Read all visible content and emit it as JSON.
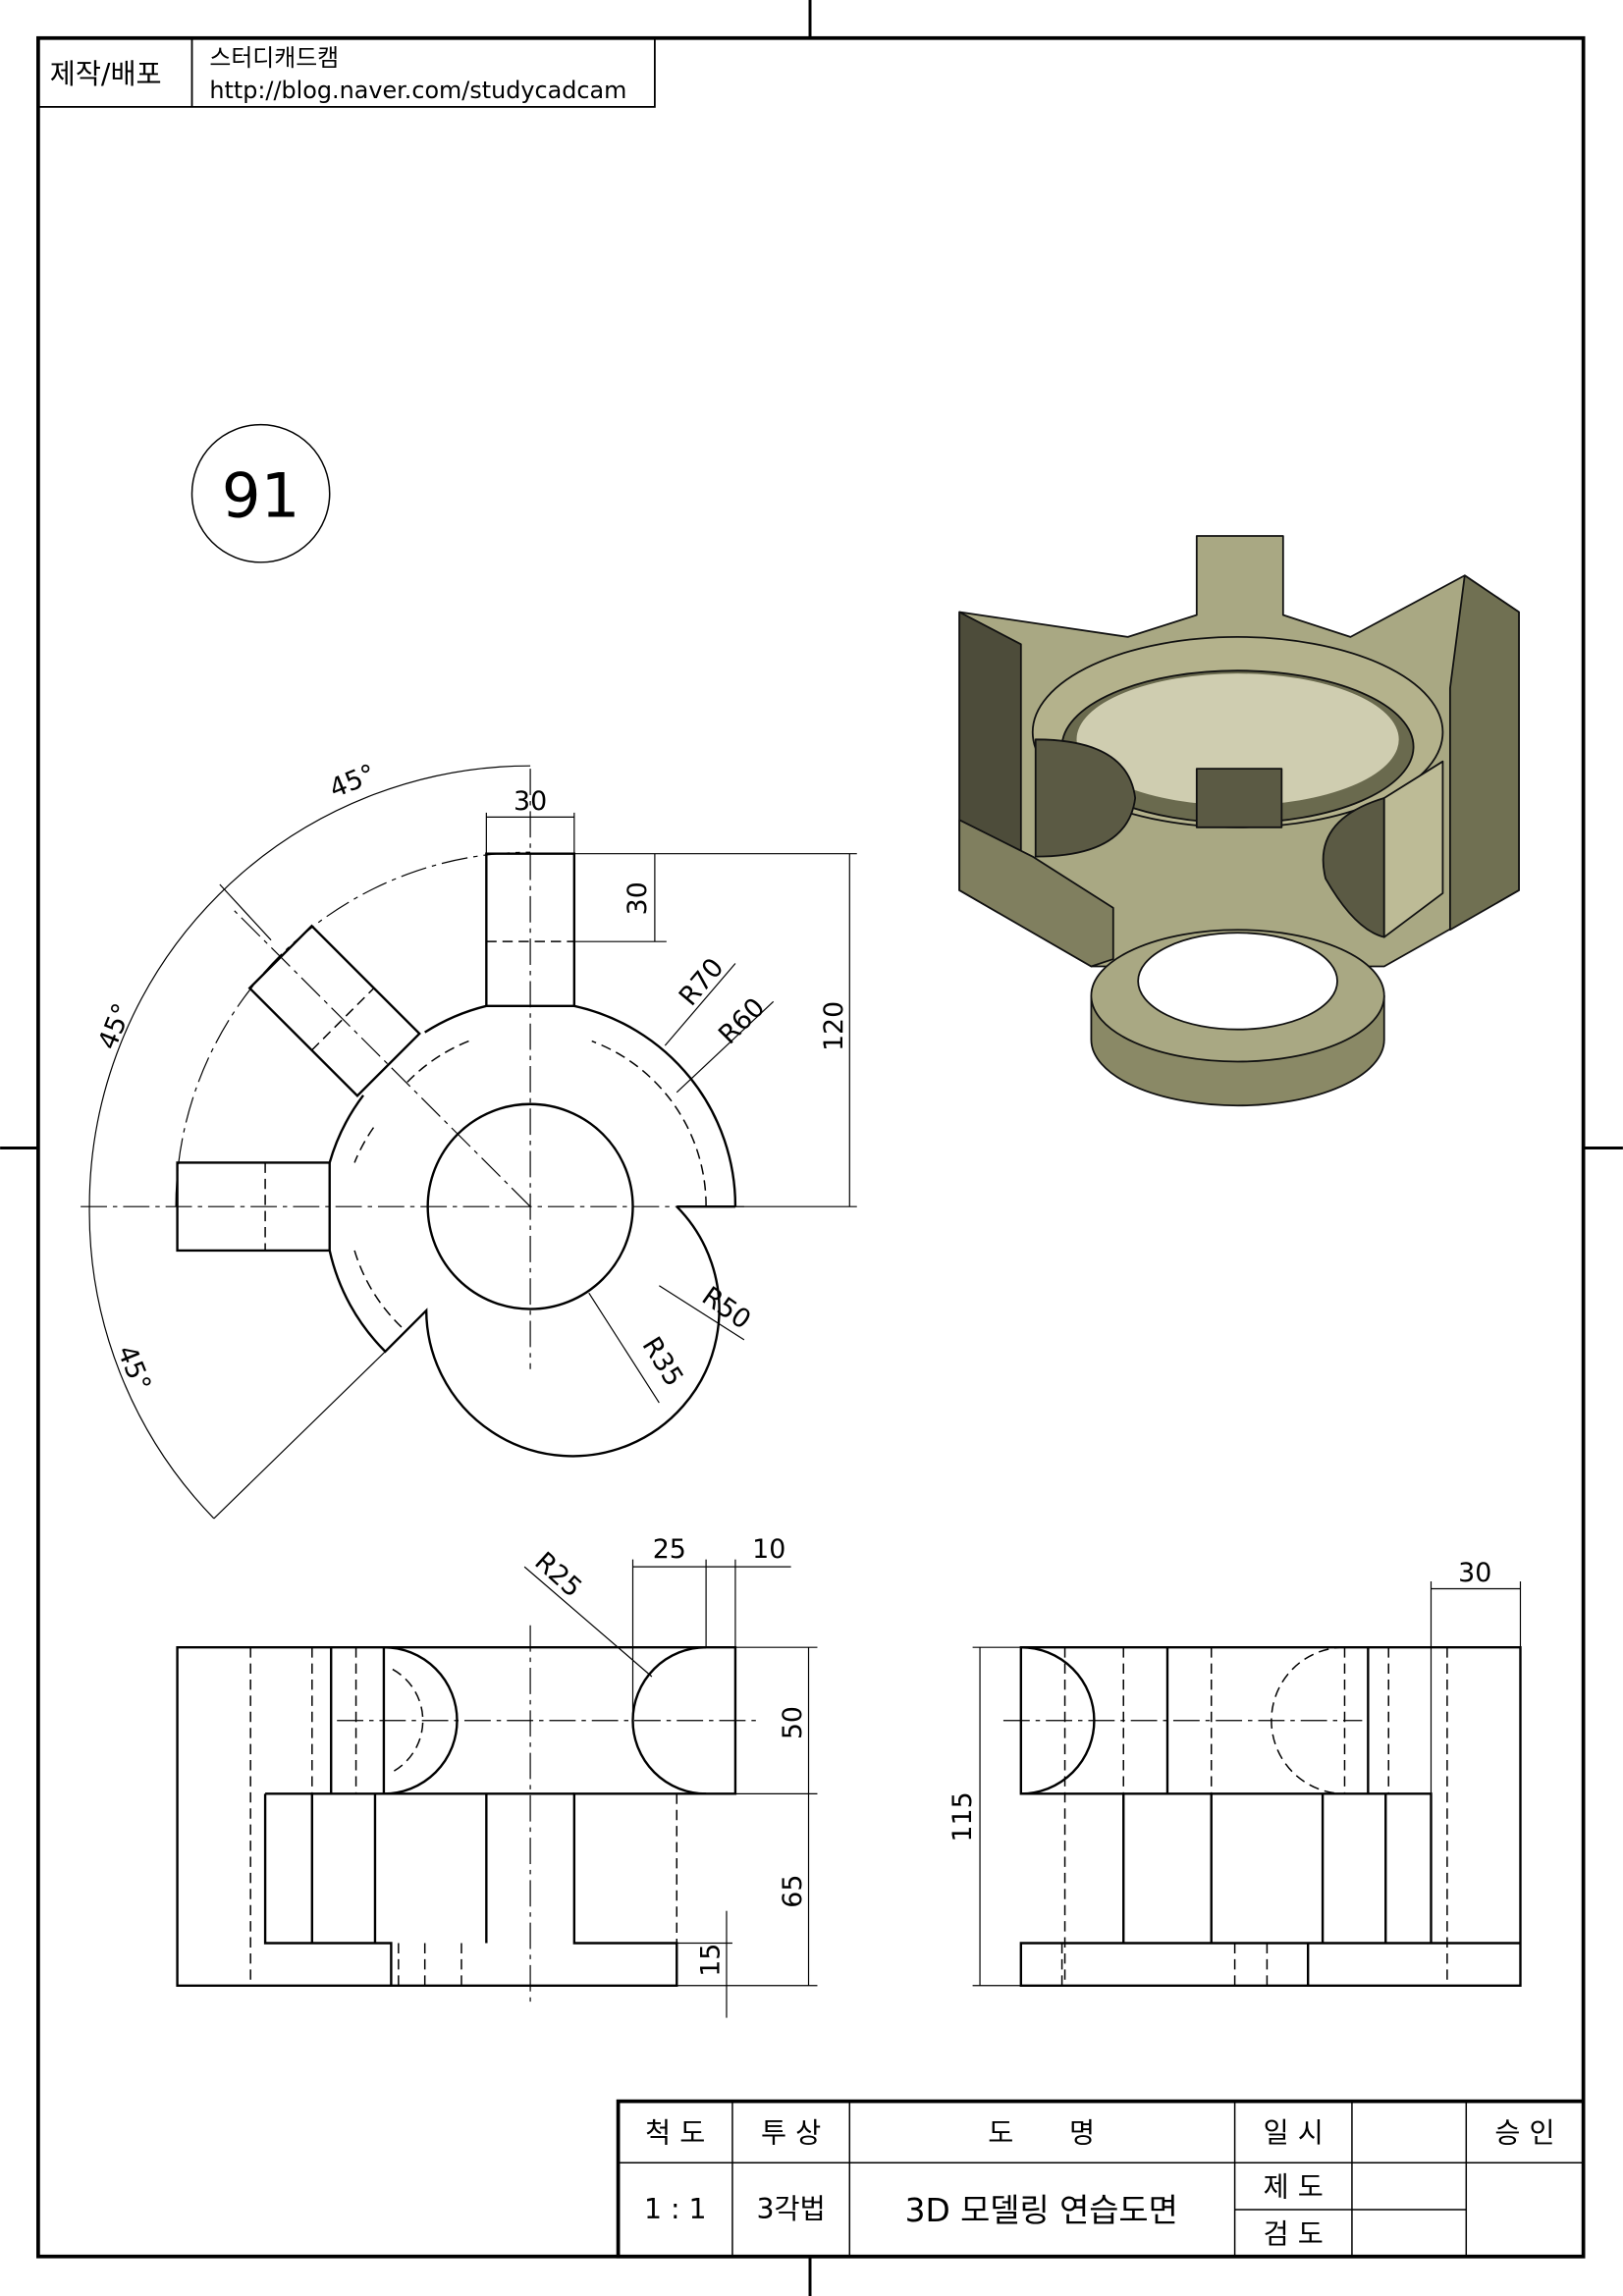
{
  "header": {
    "label": "제작/배포",
    "author": "스터디캐드캠",
    "url": "http://blog.naver.com/studycadcam"
  },
  "part_number": "91",
  "dimensions": {
    "top_view": {
      "angle1": "45°",
      "angle2": "45°",
      "angle3": "45°",
      "width": "30",
      "depth": "30",
      "height": "120",
      "r70": "R70",
      "r60": "R60",
      "r50": "R50",
      "r35": "R35"
    },
    "front_view": {
      "r25": "R25",
      "d25": "25",
      "d10": "10",
      "d50": "50",
      "d65": "65",
      "d15": "15"
    },
    "side_view": {
      "d30": "30",
      "d115": "115"
    }
  },
  "title_block": {
    "scale_label": "척 도",
    "projection_label": "투 상",
    "name_label": "도　　명",
    "date_label": "일 시",
    "approve_label": "승 인",
    "scale": "1 : 1",
    "projection": "3각법",
    "name": "3D 모델링 연습도면",
    "drawn_label": "제 도",
    "checked_label": "검 도"
  },
  "colors": {
    "top": "#a9a883",
    "side": "#707052",
    "dark": "#4d4c3a"
  }
}
